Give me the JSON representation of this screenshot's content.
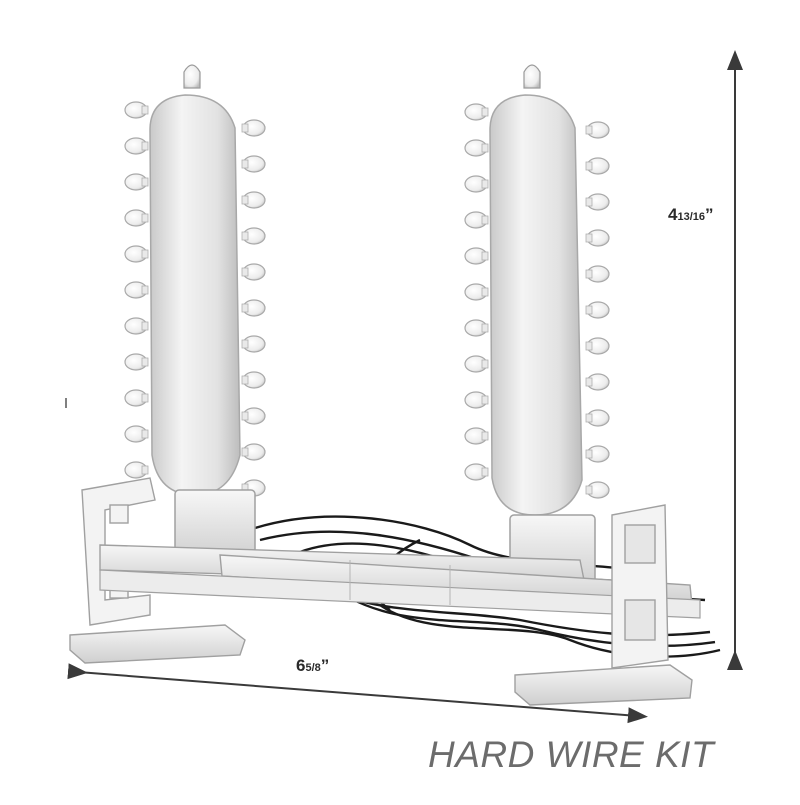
{
  "product": {
    "title": "HARD WIRE KIT"
  },
  "dimensions": {
    "height": {
      "whole": "4",
      "fraction": "13/16",
      "unit": "”"
    },
    "width": {
      "whole": "6",
      "fraction": "5/8",
      "unit": "”"
    }
  },
  "colors": {
    "dimension_line": "#3a3a3a",
    "title_text": "#6c6c6c",
    "body": "#dcdcdc",
    "wire": "#1a1a1a"
  }
}
